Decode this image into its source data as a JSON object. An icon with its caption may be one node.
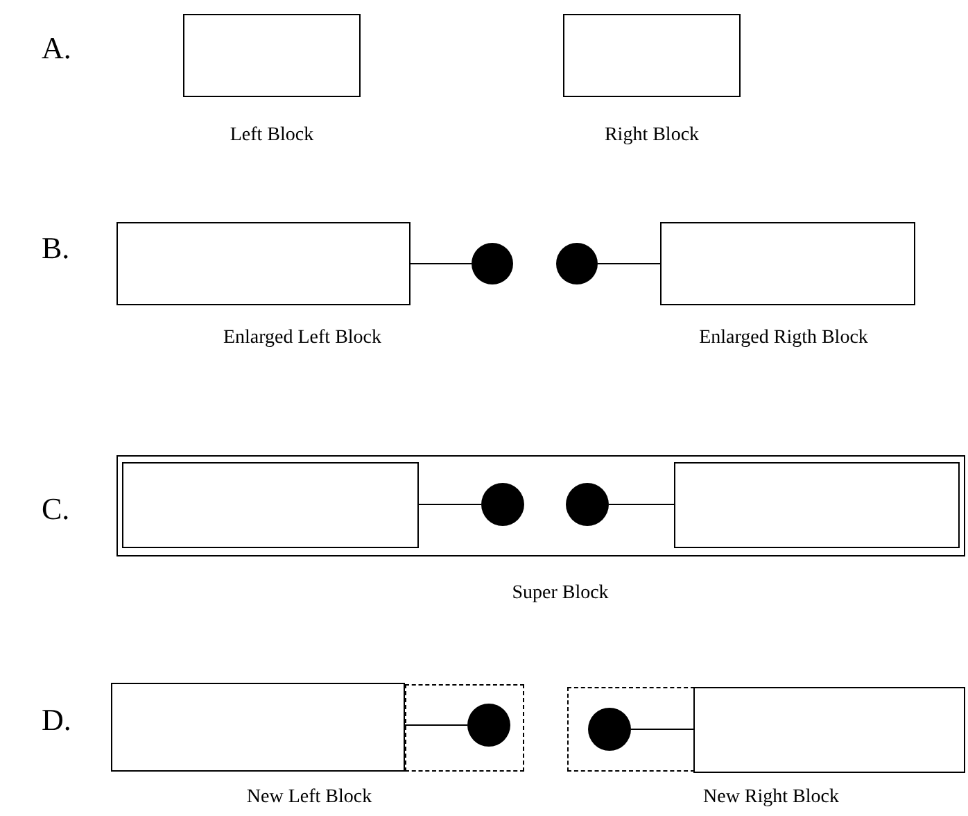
{
  "diagram": {
    "nodes": [
      {
        "text": [],
        "shape": "box",
        "beside": [
          "Left Block"
        ]
      },
      {
        "text": [],
        "shape": "box",
        "beside": [
          "Right Block"
        ]
      },
      {
        "text": [],
        "shape": "box",
        "beside": [
          "Enlarged Left Block"
        ]
      },
      {
        "text": [],
        "shape": "circle"
      },
      {
        "text": [],
        "shape": "circle"
      },
      {
        "text": [],
        "shape": "box",
        "beside": [
          "Enlarged Rigth Block"
        ]
      },
      {
        "text": [],
        "shape": "box",
        "beside": [
          "Super Block"
        ]
      },
      {
        "text": [],
        "shape": "box",
        "in": 6
      },
      {
        "text": [],
        "shape": "circle",
        "in": 6
      },
      {
        "text": [],
        "shape": "circle",
        "in": 6
      },
      {
        "text": [],
        "shape": "box",
        "in": 6
      },
      {
        "text": [],
        "shape": "box",
        "beside": [
          "New Left Block"
        ]
      },
      {
        "text": [],
        "shape": "box"
      },
      {
        "text": [],
        "shape": "circle",
        "in": 12
      },
      {
        "text": [],
        "shape": "box"
      },
      {
        "text": [],
        "shape": "circle",
        "in": 14
      },
      {
        "text": [],
        "shape": "box",
        "beside": [
          "New Right Block"
        ]
      }
    ],
    "edges": [
      {
        "from": 2,
        "to": 3,
        "arrow": "none"
      },
      {
        "from": 5,
        "to": 4,
        "arrow": "none"
      },
      {
        "from": 7,
        "to": 8,
        "arrow": "none"
      },
      {
        "from": 10,
        "to": 9,
        "arrow": "none"
      },
      {
        "from": 11,
        "to": 13,
        "arrow": "none"
      },
      {
        "from": 16,
        "to": 15,
        "arrow": "none"
      }
    ],
    "labels": [
      "A.",
      "B.",
      "C.",
      "D."
    ]
  }
}
